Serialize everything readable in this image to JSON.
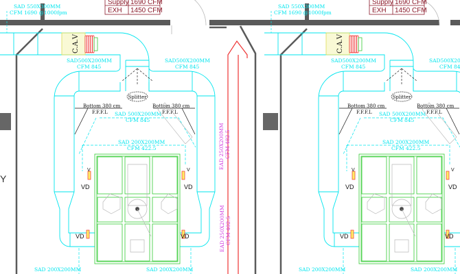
{
  "drawing": {
    "supply_air_table": {
      "rows": [
        {
          "label": "Supply",
          "value": "1690 CFM"
        },
        {
          "label": "EXH",
          "value": "1450 CFM"
        }
      ]
    },
    "main_duct": {
      "size": "SAD 550X300MM",
      "flow": "CFM 1690 @1000fpm"
    },
    "cav_label": "C.A.V",
    "splitter_label": "Splitter",
    "branch_left": {
      "size": "SAD500X200MM",
      "flow": "CFM 845"
    },
    "branch_right": {
      "size": "SAD500X200MM",
      "flow": "CFM 845"
    },
    "bottom_note": {
      "line1": "Bottom 380 cm",
      "line2": "F.F.F.L"
    },
    "center_duct": {
      "size": "SAD 500X200MM",
      "flow": "CFM 845"
    },
    "small_duct": {
      "size": "SAD 200X200MM",
      "flow": "CFM 422.5"
    },
    "bottom_duct": {
      "size": "SAD 200X200MM"
    },
    "volume_damper": "VD",
    "damper_mark": "V",
    "exhaust_duct": {
      "size": "EAD 250X200MM",
      "flow": "CFM 482.5"
    },
    "edge_letter": "Y"
  },
  "colors": {
    "supply": "#00e5ee",
    "exhaust": "#d040e0",
    "wall": "#5a5a5a",
    "equipment": "#33cc33",
    "exhaust_duct_line": "#ee3333",
    "table_border": "#8b1a2a",
    "cav": "#eeee88"
  }
}
